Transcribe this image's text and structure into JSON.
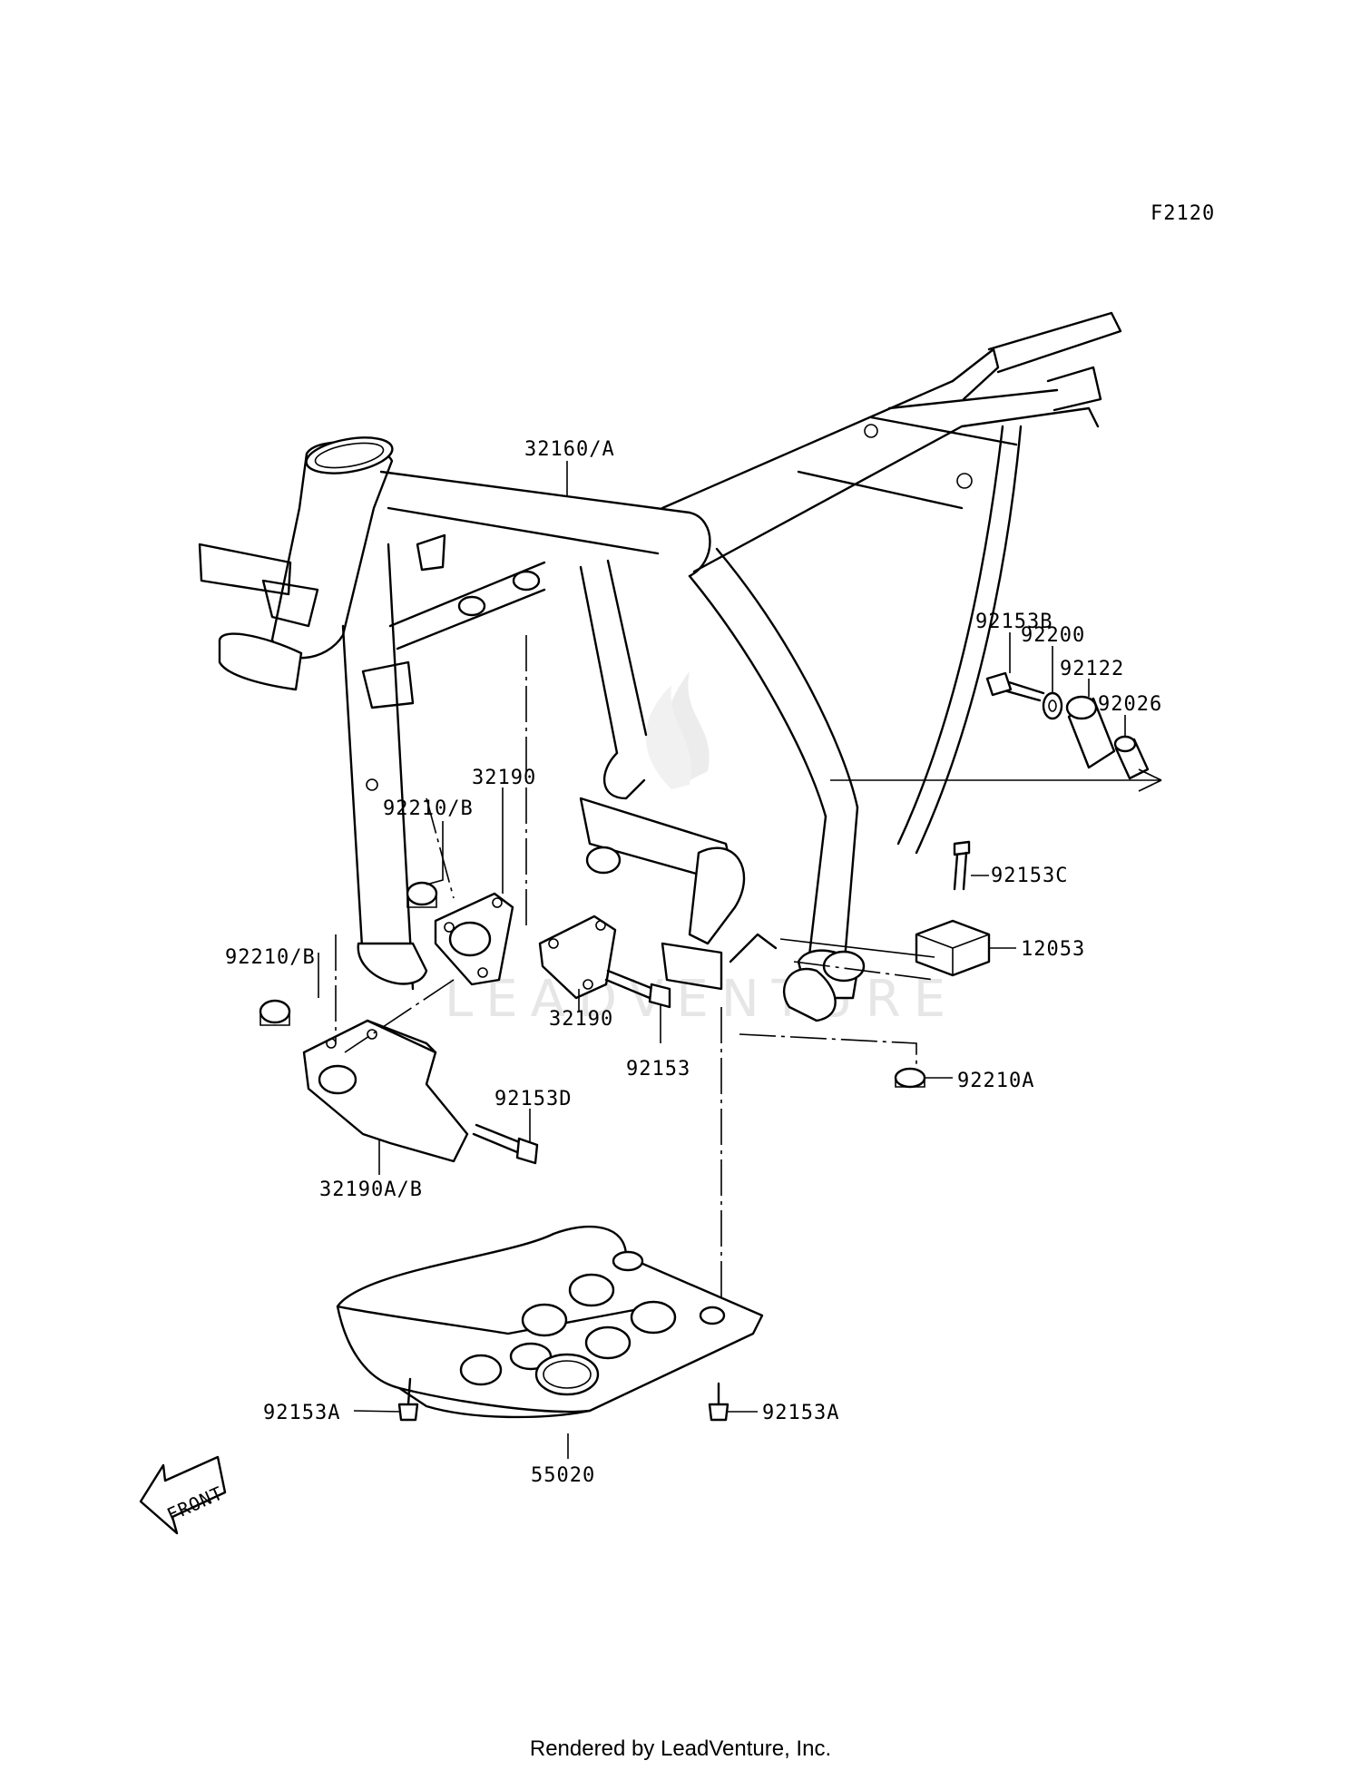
{
  "diagram_code": "F2120",
  "watermark": "LEADVENTURE",
  "footer": "Rendered by LeadVenture, Inc.",
  "front_arrow": "FRONT",
  "labels": [
    {
      "id": "frame",
      "text": "32160/A"
    },
    {
      "id": "bolt-b",
      "text": "92153B"
    },
    {
      "id": "washer",
      "text": "92200"
    },
    {
      "id": "collar",
      "text": "92122"
    },
    {
      "id": "sleeve",
      "text": "92026"
    },
    {
      "id": "bracket-upper",
      "text": "32190"
    },
    {
      "id": "nut-upper",
      "text": "92210/B"
    },
    {
      "id": "bolt-c",
      "text": "92153C"
    },
    {
      "id": "damper",
      "text": "12053"
    },
    {
      "id": "nut-left",
      "text": "92210/B"
    },
    {
      "id": "bracket-lower",
      "text": "32190"
    },
    {
      "id": "bolt-mid",
      "text": "92153"
    },
    {
      "id": "nut-a",
      "text": "92210A"
    },
    {
      "id": "bolt-d",
      "text": "92153D"
    },
    {
      "id": "bracket-front",
      "text": "32190A/B"
    },
    {
      "id": "bolt-a-left",
      "text": "92153A"
    },
    {
      "id": "bolt-a-right",
      "text": "92153A"
    },
    {
      "id": "skid-plate",
      "text": "55020"
    }
  ]
}
